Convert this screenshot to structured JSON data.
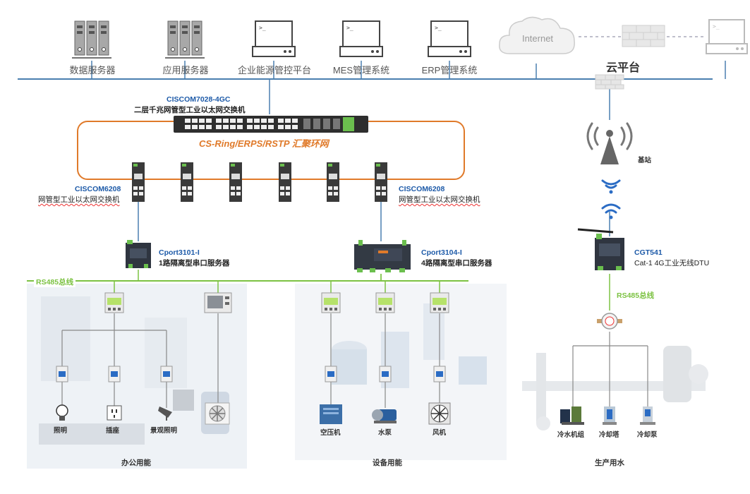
{
  "top_devices": [
    {
      "label": "数据服务器",
      "icon": "server-icon"
    },
    {
      "label": "应用服务器",
      "icon": "server-icon"
    },
    {
      "label": "企业能源管控平台",
      "icon": "monitor-icon"
    },
    {
      "label": "MES管理系统",
      "icon": "monitor-icon"
    },
    {
      "label": "ERP管理系统",
      "icon": "monitor-icon"
    }
  ],
  "cloud": {
    "internet_label": "Internet",
    "platform_label": "云平台",
    "terminal_glyph": ">_"
  },
  "core_switch": {
    "model": "CISCOM7028-4GC",
    "desc": "二层千兆网管型工业以太网交换机"
  },
  "ring_label": "CS-Ring/ERPS/RSTP 汇聚环网",
  "edge_switch_left": {
    "model": "CISCOM6208",
    "desc": "网管型工业以太网交换机"
  },
  "edge_switch_right": {
    "model": "CISCOM6208",
    "desc": "网管型工业以太网交换机"
  },
  "server_left": {
    "model": "Cport3101-I",
    "desc": "1路隔离型串口服务器"
  },
  "server_right": {
    "model": "Cport3104-I",
    "desc": "4路隔离型串口服务器"
  },
  "base_station": {
    "label": "基站"
  },
  "dtu": {
    "model": "CGT541",
    "desc": "Cat-1 4G工业无线DTU"
  },
  "rs485_main": "RS485总线",
  "rs485_right": "RS485总线",
  "office": {
    "zone_label": "办公用能",
    "loads": [
      "照明",
      "插座",
      "景观照明"
    ]
  },
  "equipment": {
    "zone_label": "设备用能",
    "loads": [
      "空压机",
      "水泵",
      "风机"
    ]
  },
  "production": {
    "zone_label": "生产用水",
    "loads": [
      "冷水机组",
      "冷却塔",
      "冷却泵"
    ]
  },
  "colors": {
    "accent": "#1d5aa8",
    "ring": "#e07a2a",
    "bus": "#7cc242",
    "line": "#4a7fb0"
  }
}
